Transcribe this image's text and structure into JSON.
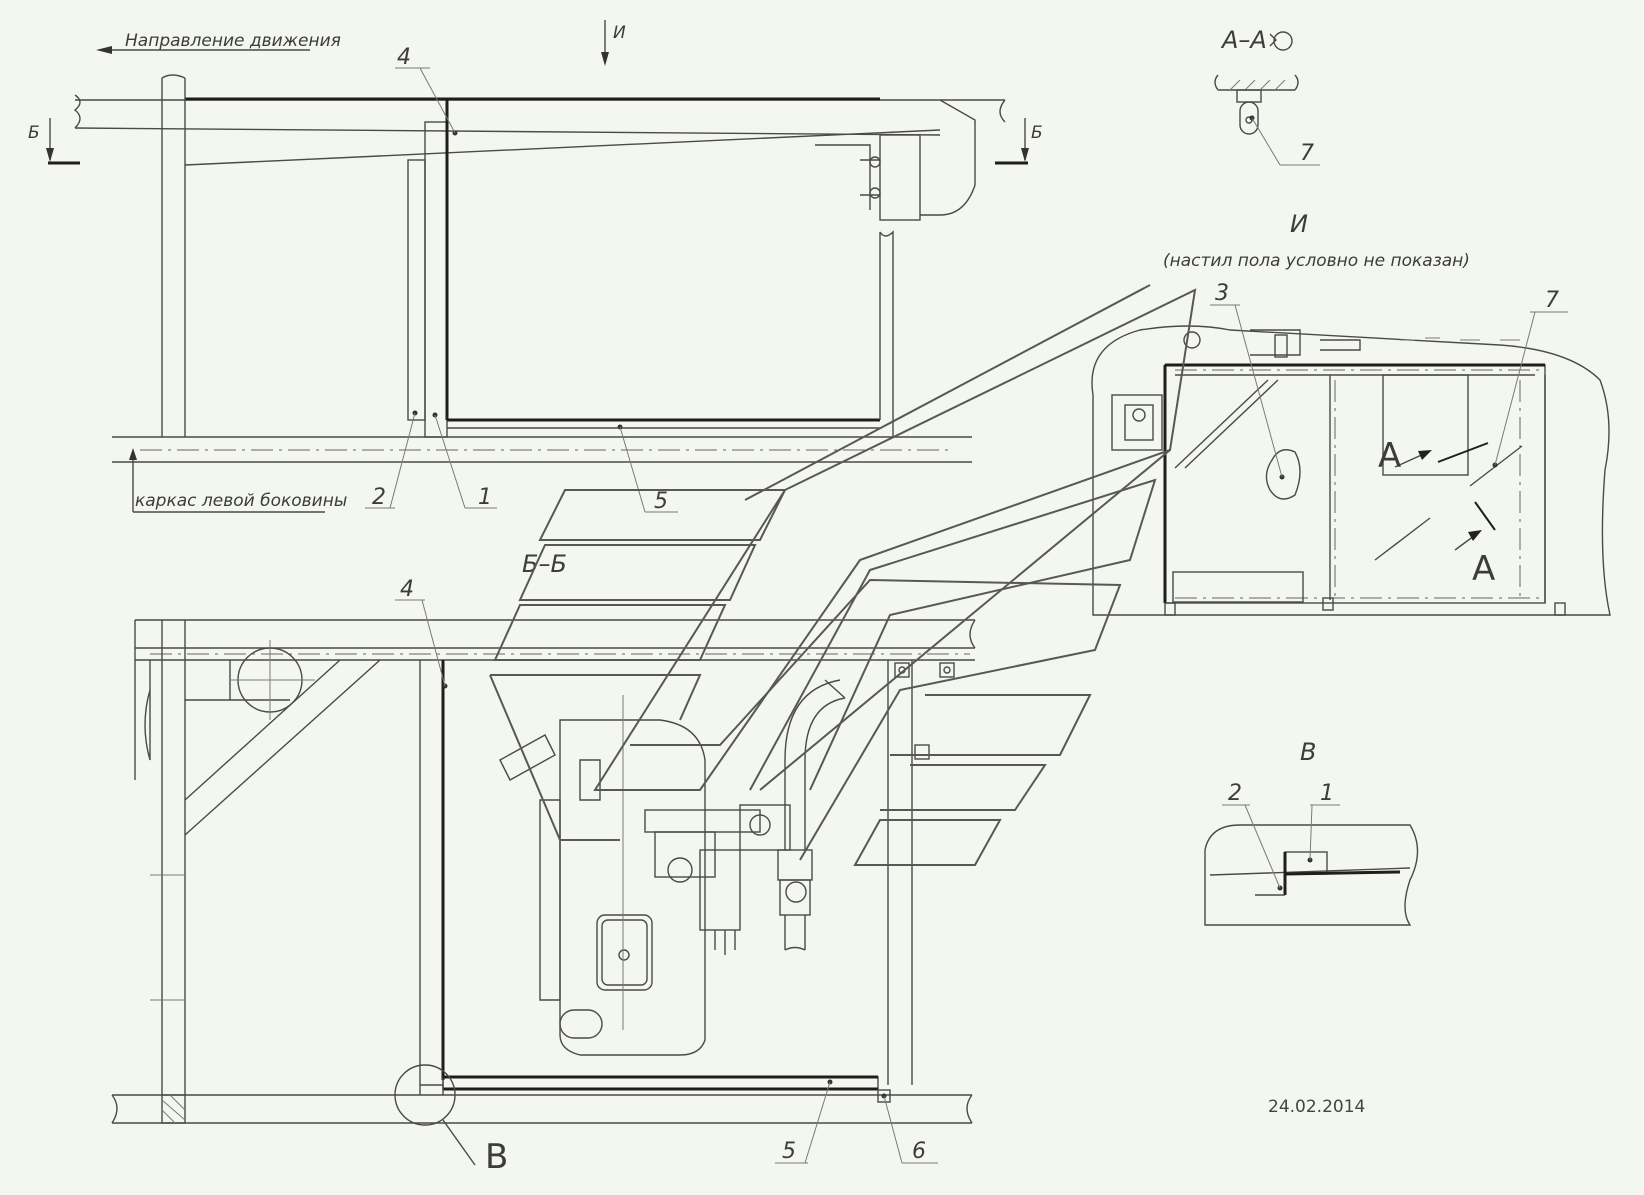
{
  "notes": {
    "direction": "Направление движения",
    "frame_left_side": "каркас левой боковины",
    "view_floor_note": "(настил пола условно не показан)"
  },
  "views": {
    "view_i_arrow": "И",
    "view_i_title": "И",
    "section_bb_mark": "Б",
    "section_bb_title": "Б–Б",
    "section_aa_title": "А–А",
    "section_a_mark": "А",
    "view_v_title": "В",
    "view_v_callout": "В"
  },
  "callouts": {
    "p1": "1",
    "p2": "2",
    "p3": "3",
    "p4": "4",
    "p5": "5",
    "p6": "6",
    "p7": "7"
  },
  "date": "24.02.2014",
  "colors": {
    "paper": "#f4f7ef",
    "line": "#4a4a4a",
    "heavy_line": "#1e1e1e"
  },
  "icons": {
    "rotation": "rotation-icon"
  }
}
